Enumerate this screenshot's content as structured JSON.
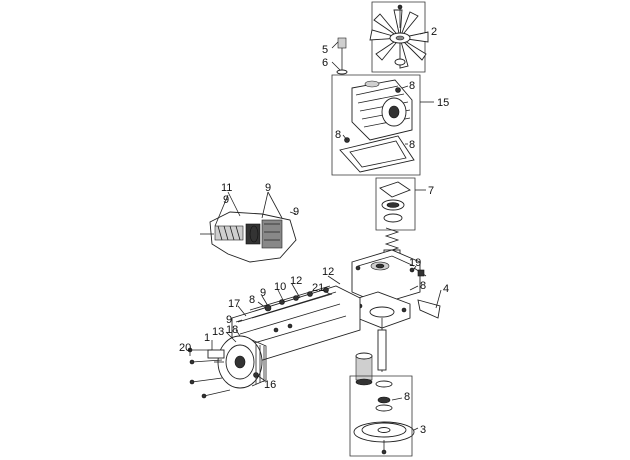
{
  "callouts": [
    "2",
    "5",
    "6",
    "8",
    "15",
    "8",
    "8",
    "7",
    "11",
    "9",
    "9",
    "9",
    "19",
    "12",
    "4",
    "8",
    "21",
    "12",
    "10",
    "9",
    "8",
    "17",
    "9",
    "18",
    "13",
    "1",
    "20",
    "16",
    "8",
    "3"
  ]
}
